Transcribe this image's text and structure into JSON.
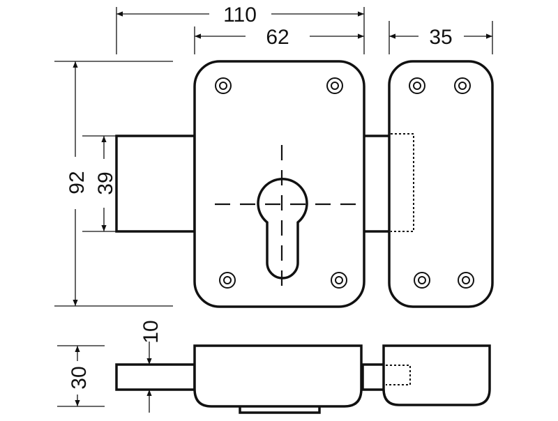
{
  "drawing": {
    "dimensions": {
      "overall_width": "110",
      "case_width": "62",
      "keeper_width": "35",
      "height": "92",
      "bolt_height": "39",
      "depth": "30",
      "bolt_thickness": "10"
    }
  }
}
